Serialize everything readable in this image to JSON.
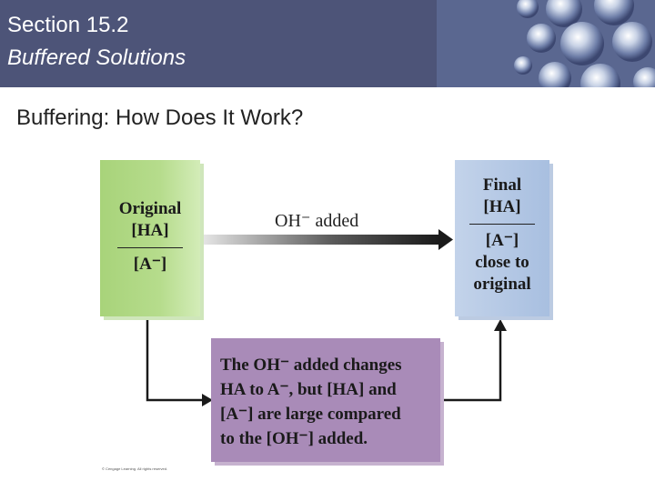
{
  "header": {
    "section": "Section 15.2",
    "topic": "Buffered Solutions"
  },
  "subtitle": "Buffering: How Does It Work?",
  "diagram": {
    "original_box": {
      "title": "Original",
      "numerator": "[HA]",
      "denominator": "[A⁻]"
    },
    "arrow_label": "OH⁻ added",
    "final_box": {
      "title": "Final",
      "numerator": "[HA]",
      "denominator": "[A⁻]",
      "note_line1": "close to",
      "note_line2": "original"
    },
    "explanation_lines": [
      "The OH⁻ added changes",
      "HA to A⁻, but [HA] and",
      "[A⁻] are large compared",
      "to the [OH⁻] added."
    ]
  },
  "credit": "© Cengage Learning. All rights reserved.",
  "colors": {
    "banner": "#4d5478",
    "original_box": "#b6dc8c",
    "final_box": "#a8bfe0",
    "explain_box": "#a98bb8"
  }
}
